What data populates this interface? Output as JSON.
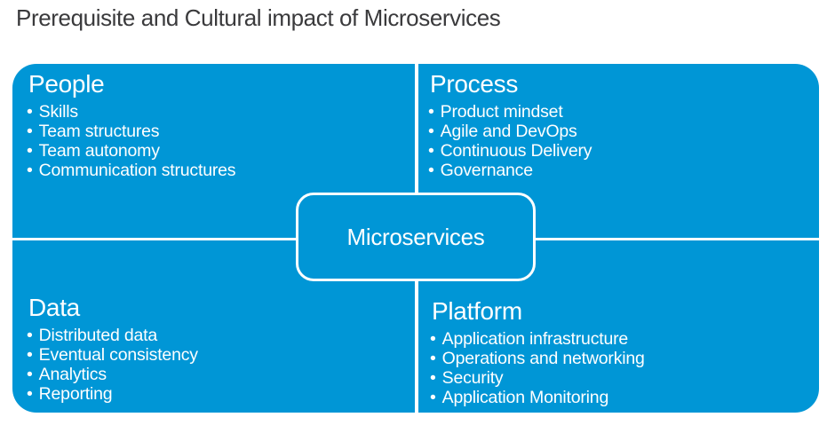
{
  "page": {
    "title": "Prerequisite and Cultural impact of Microservices"
  },
  "diagram": {
    "center_label": "Microservices",
    "bullet_char": "•",
    "quadrants": [
      {
        "title": "People",
        "items": [
          "Skills",
          "Team structures",
          "Team autonomy",
          "Communication structures"
        ]
      },
      {
        "title": "Process",
        "items": [
          "Product mindset",
          "Agile and DevOps",
          "Continuous Delivery",
          "Governance"
        ]
      },
      {
        "title": "Data",
        "items": [
          "Distributed data",
          "Eventual consistency",
          "Analytics",
          "Reporting"
        ]
      },
      {
        "title": "Platform",
        "items": [
          "Application infrastructure",
          "Operations and networking",
          "Security",
          "Application Monitoring"
        ]
      }
    ],
    "colors": {
      "panel_blue": "#0096D6",
      "text_on_blue": "#FFFFFF",
      "title_text": "#3A3A3C",
      "background": "#FFFFFF"
    }
  }
}
